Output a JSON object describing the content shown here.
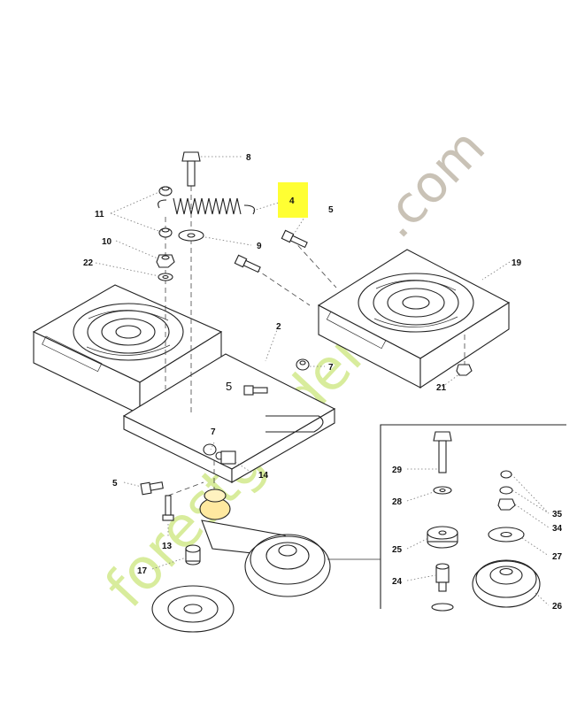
{
  "callouts": {
    "c2": "2",
    "c4": "4",
    "c5a": "5",
    "c5b": "5",
    "c5c": "5",
    "c7a": "7",
    "c7b": "7",
    "c8": "8",
    "c9": "9",
    "c10": "10",
    "c11": "11",
    "c13": "13",
    "c14": "14",
    "c17": "17",
    "c19": "19",
    "c21": "21",
    "c22": "22",
    "c24": "24",
    "c25": "25",
    "c26": "26",
    "c27": "27",
    "c28": "28",
    "c29": "29",
    "c34": "34",
    "c35": "35"
  },
  "highlight_color": "#ffff33",
  "watermark": {
    "domain_suffix": ".com",
    "brand": "forestgarden",
    "colors": {
      "gray": "#c9c2b6",
      "green": "#d8ec9c"
    }
  }
}
